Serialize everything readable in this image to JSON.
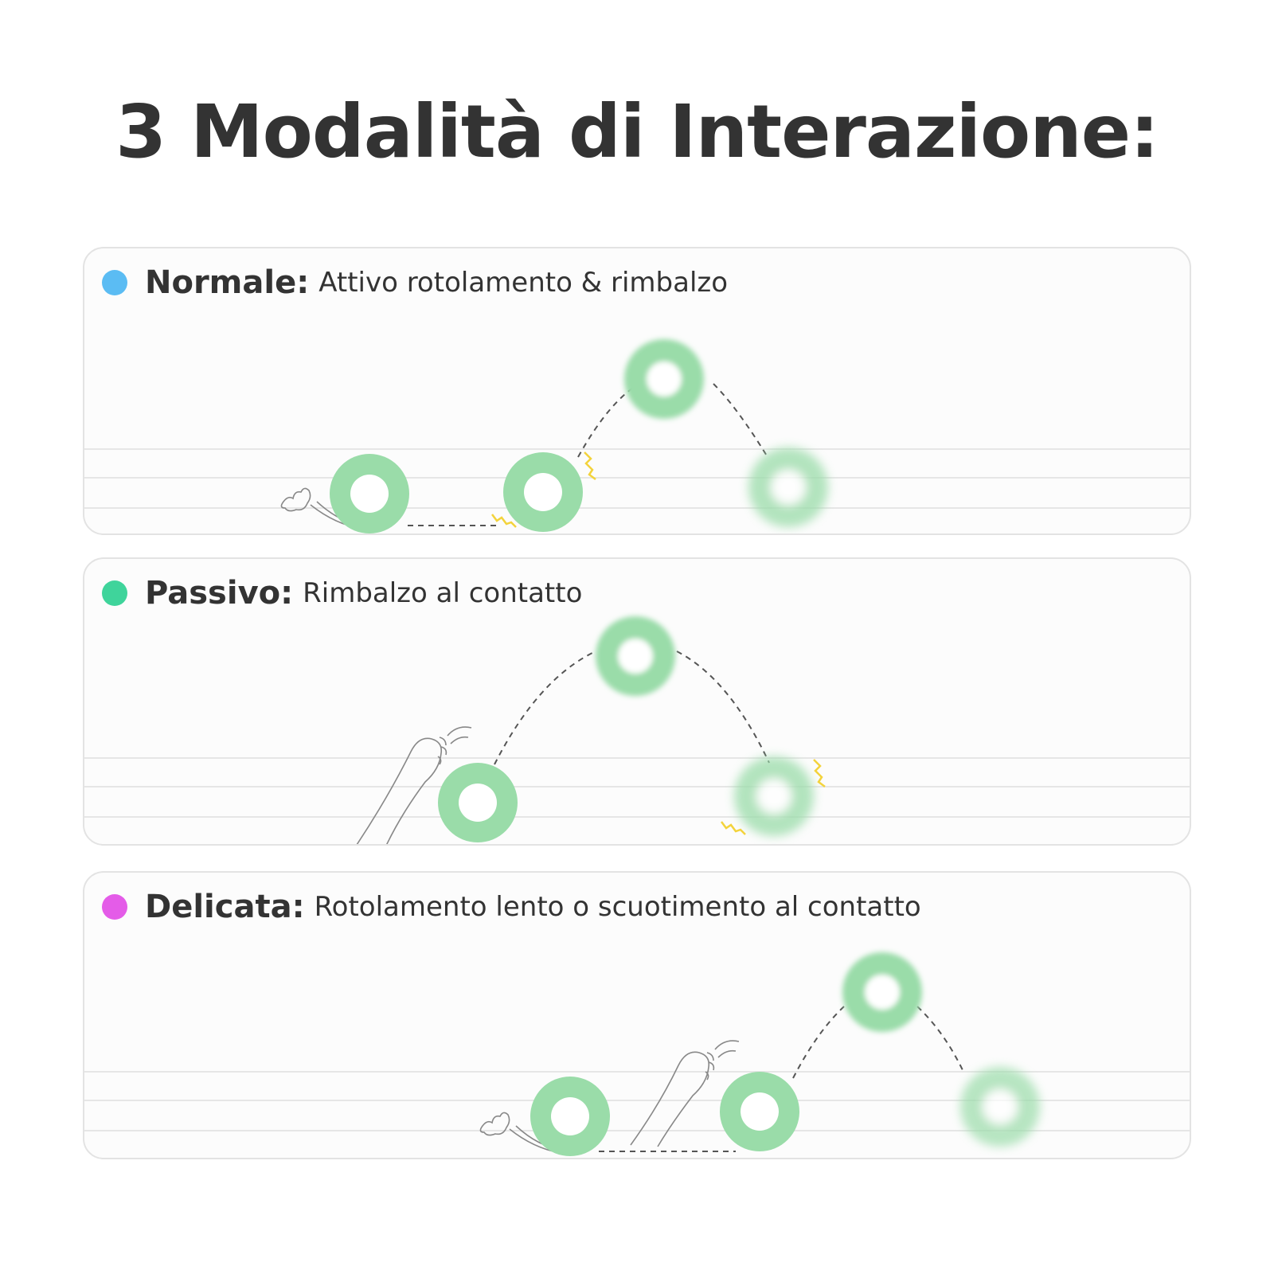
{
  "title": "3 Modalità di Interazione:",
  "modes": [
    {
      "name": "Normale:",
      "description": "Attivo rotolamento & rimbalzo",
      "dot_color": "#5bbcf3"
    },
    {
      "name": "Passivo:",
      "description": "Rimbalzo al contatto",
      "dot_color": "#3fd49b"
    },
    {
      "name": "Delicata:",
      "description": "Rotolamento lento o scuotimento al contatto",
      "dot_color": "#e45ce8"
    }
  ],
  "ball_color": "#9adca9",
  "spark_color": "#f3d33c",
  "icons": [
    "cat-paw-icon",
    "bouncing-ball-icon",
    "spark-icon"
  ]
}
